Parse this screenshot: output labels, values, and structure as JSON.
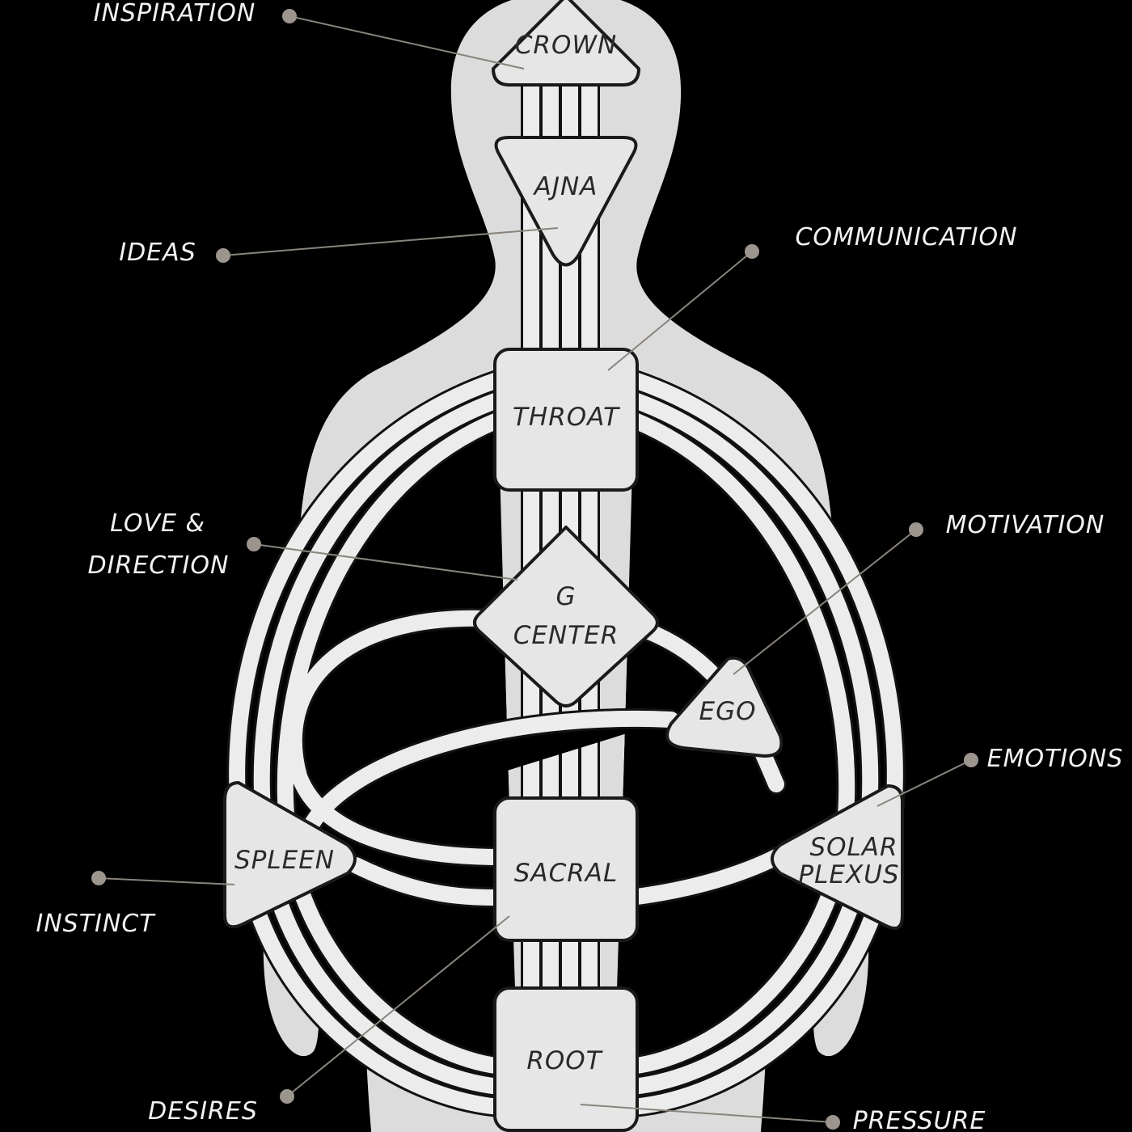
{
  "colors": {
    "background": "#000000",
    "body": "#dcdcdc",
    "center_fill": "#e6e6e6",
    "outline": "#1a1a1a",
    "label_text": "#f2f2f2",
    "leader_dot": "#9c958e"
  },
  "centers": {
    "crown": "CROWN",
    "ajna": "AJNA",
    "throat": "THROAT",
    "g_center_line1": "G",
    "g_center_line2": "CENTER",
    "ego": "EGO",
    "spleen": "SPLEEN",
    "sacral": "SACRAL",
    "solar_plexus_line1": "SOLAR",
    "solar_plexus_line2": "PLEXUS",
    "root": "ROOT"
  },
  "labels": {
    "inspiration": "INSPIRATION",
    "ideas": "IDEAS",
    "communication": "COMMUNICATION",
    "love_line1": "LOVE &",
    "love_line2": "DIRECTION",
    "motivation": "MOTIVATION",
    "emotions": "EMOTIONS",
    "instinct": "INSTINCT",
    "desires": "DESIRES",
    "pressure": "PRESSURE"
  }
}
